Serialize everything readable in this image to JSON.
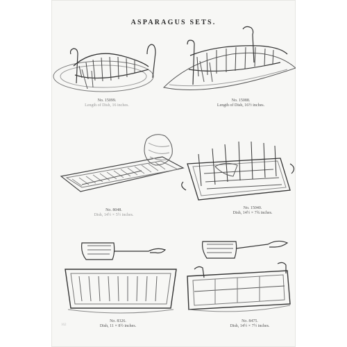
{
  "page": {
    "title": "ASPARAGUS SETS.",
    "page_number": "162"
  },
  "items": [
    {
      "number": "No. 15099.",
      "dimensions": "Length of Dish, 16 inches."
    },
    {
      "number": "No. 15088.",
      "dimensions": "Length of Dish, 16½ inches."
    },
    {
      "number": "No. 8048.",
      "dimensions": "Dish, 14½ × 5½ inches."
    },
    {
      "number": "No. 15040.",
      "dimensions": "Dish, 14½ × 7¾ inches."
    },
    {
      "number": "No. 8326.",
      "dimensions": "Dish, 11 × 8½ inches."
    },
    {
      "number": "No. 8475.",
      "dimensions": "Dish, 14½ × 7½ inches."
    }
  ]
}
